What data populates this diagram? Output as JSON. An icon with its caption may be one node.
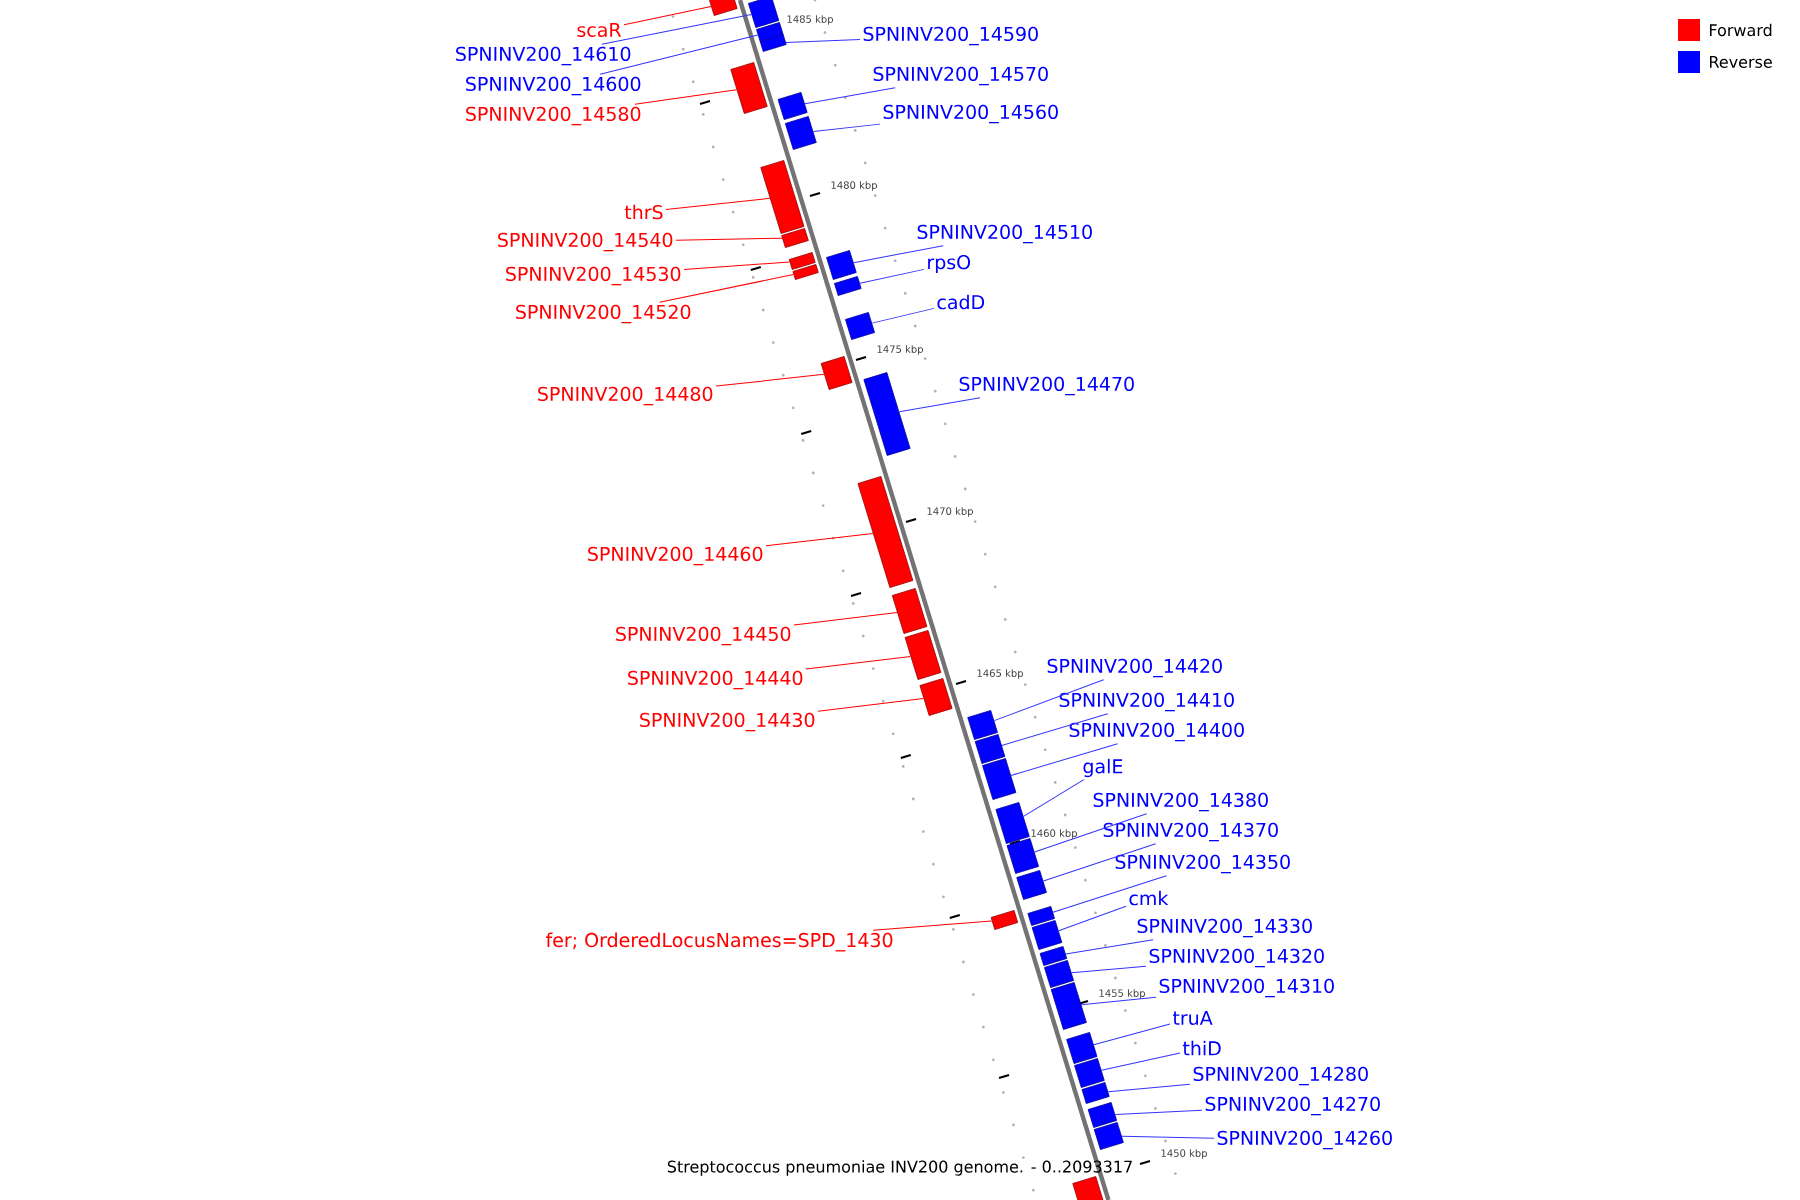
{
  "diagram": {
    "caption": "Streptococcus pneumoniae INV200 genome. - 0..2093317",
    "nodes": [
      {
        "text": [
          "scaR"
        ]
      },
      {
        "text": [],
        "shape": "bar"
      },
      {
        "text": [
          "SPNINV200_14610"
        ]
      },
      {
        "text": [],
        "shape": "bar"
      },
      {
        "text": [
          "SPNINV200_14600"
        ]
      },
      {
        "text": [],
        "shape": "bar"
      },
      {
        "text": [
          "SPNINV200_14590"
        ]
      },
      {
        "text": [],
        "shape": "bar"
      },
      {
        "text": [
          "SPNINV200_14580"
        ]
      },
      {
        "text": [],
        "shape": "bar"
      },
      {
        "text": [
          "SPNINV200_14570"
        ]
      },
      {
        "text": [],
        "shape": "bar"
      },
      {
        "text": [
          "SPNINV200_14560"
        ]
      },
      {
        "text": [],
        "shape": "bar"
      },
      {
        "text": [
          "thrS"
        ]
      },
      {
        "text": [],
        "shape": "bar"
      },
      {
        "text": [
          "SPNINV200_14540"
        ]
      },
      {
        "text": [],
        "shape": "bar"
      },
      {
        "text": [
          "SPNINV200_14510"
        ]
      },
      {
        "text": [],
        "shape": "bar"
      },
      {
        "text": [
          "SPNINV200_14530"
        ]
      },
      {
        "text": [],
        "shape": "bar"
      },
      {
        "text": [
          "SPNINV200_14520"
        ]
      },
      {
        "text": [],
        "shape": "bar"
      },
      {
        "text": [
          "rpsO"
        ]
      },
      {
        "text": [],
        "shape": "bar"
      },
      {
        "text": [
          "cadD"
        ]
      },
      {
        "text": [],
        "shape": "bar"
      },
      {
        "text": [
          "SPNINV200_14480"
        ]
      },
      {
        "text": [],
        "shape": "bar"
      },
      {
        "text": [
          "SPNINV200_14470"
        ]
      },
      {
        "text": [],
        "shape": "bar"
      },
      {
        "text": [
          "SPNINV200_14460"
        ]
      },
      {
        "text": [],
        "shape": "bar"
      },
      {
        "text": [
          "SPNINV200_14450"
        ]
      },
      {
        "text": [],
        "shape": "bar"
      },
      {
        "text": [
          "SPNINV200_14440"
        ]
      },
      {
        "text": [],
        "shape": "bar"
      },
      {
        "text": [
          "SPNINV200_14430"
        ]
      },
      {
        "text": [],
        "shape": "bar"
      },
      {
        "text": [
          "SPNINV200_14420"
        ]
      },
      {
        "text": [],
        "shape": "bar"
      },
      {
        "text": [
          "SPNINV200_14410"
        ]
      },
      {
        "text": [],
        "shape": "bar"
      },
      {
        "text": [
          "SPNINV200_14400"
        ]
      },
      {
        "text": [],
        "shape": "bar"
      },
      {
        "text": [
          "galE"
        ]
      },
      {
        "text": [],
        "shape": "bar"
      },
      {
        "text": [
          "SPNINV200_14380"
        ]
      },
      {
        "text": [],
        "shape": "bar"
      },
      {
        "text": [
          "SPNINV200_14370"
        ]
      },
      {
        "text": [],
        "shape": "bar"
      },
      {
        "text": [
          "SPNINV200_14350"
        ]
      },
      {
        "text": [],
        "shape": "bar"
      },
      {
        "text": [
          "fer; OrderedLocusNames=SPD_1430"
        ]
      },
      {
        "text": [],
        "shape": "bar"
      },
      {
        "text": [
          "cmk"
        ]
      },
      {
        "text": [],
        "shape": "bar"
      },
      {
        "text": [
          "SPNINV200_14330"
        ]
      },
      {
        "text": [],
        "shape": "bar"
      },
      {
        "text": [
          "SPNINV200_14320"
        ]
      },
      {
        "text": [],
        "shape": "bar"
      },
      {
        "text": [
          "SPNINV200_14310"
        ]
      },
      {
        "text": [],
        "shape": "bar"
      },
      {
        "text": [
          "truA"
        ]
      },
      {
        "text": [],
        "shape": "bar"
      },
      {
        "text": [
          "thiD"
        ]
      },
      {
        "text": [],
        "shape": "bar"
      },
      {
        "text": [
          "SPNINV200_14280"
        ]
      },
      {
        "text": [],
        "shape": "bar"
      },
      {
        "text": [
          "SPNINV200_14270"
        ]
      },
      {
        "text": [],
        "shape": "bar"
      },
      {
        "text": [
          "SPNINV200_14260"
        ]
      },
      {
        "text": [],
        "shape": "bar"
      },
      {
        "text": [],
        "shape": "bar"
      }
    ],
    "edges": [
      {
        "from": 0,
        "to": 1,
        "arrow": "none",
        "color": "#ff0000"
      },
      {
        "from": 2,
        "to": 3,
        "arrow": "none"
      },
      {
        "from": 4,
        "to": 5,
        "arrow": "none"
      },
      {
        "from": 6,
        "to": 7,
        "arrow": "none"
      },
      {
        "from": 8,
        "to": 9,
        "arrow": "none",
        "color": "#ff0000"
      },
      {
        "from": 10,
        "to": 11,
        "arrow": "none"
      },
      {
        "from": 12,
        "to": 13,
        "arrow": "none"
      },
      {
        "from": 14,
        "to": 15,
        "arrow": "none",
        "color": "#ff0000"
      },
      {
        "from": 16,
        "to": 17,
        "arrow": "none",
        "color": "#ff0000"
      },
      {
        "from": 18,
        "to": 19,
        "arrow": "none"
      },
      {
        "from": 20,
        "to": 21,
        "arrow": "none",
        "color": "#ff0000"
      },
      {
        "from": 22,
        "to": 23,
        "arrow": "none",
        "color": "#ff0000"
      },
      {
        "from": 24,
        "to": 25,
        "arrow": "none"
      },
      {
        "from": 26,
        "to": 27,
        "arrow": "none"
      },
      {
        "from": 28,
        "to": 29,
        "arrow": "none",
        "color": "#ff0000"
      },
      {
        "from": 30,
        "to": 31,
        "arrow": "none"
      },
      {
        "from": 32,
        "to": 33,
        "arrow": "none",
        "color": "#ff0000"
      },
      {
        "from": 34,
        "to": 35,
        "arrow": "none",
        "color": "#ff0000"
      },
      {
        "from": 36,
        "to": 37,
        "arrow": "none",
        "color": "#ff0000"
      },
      {
        "from": 38,
        "to": 39,
        "arrow": "none",
        "color": "#ff0000"
      },
      {
        "from": 40,
        "to": 41,
        "arrow": "none"
      },
      {
        "from": 42,
        "to": 43,
        "arrow": "none"
      },
      {
        "from": 44,
        "to": 45,
        "arrow": "none"
      },
      {
        "from": 46,
        "to": 47,
        "arrow": "none"
      },
      {
        "from": 48,
        "to": 49,
        "arrow": "none"
      },
      {
        "from": 50,
        "to": 51,
        "arrow": "none"
      },
      {
        "from": 52,
        "to": 53,
        "arrow": "none"
      },
      {
        "from": 54,
        "to": 55,
        "arrow": "none",
        "color": "#ff0000"
      },
      {
        "from": 56,
        "to": 57,
        "arrow": "none"
      },
      {
        "from": 58,
        "to": 59,
        "arrow": "none"
      },
      {
        "from": 60,
        "to": 61,
        "arrow": "none"
      },
      {
        "from": 62,
        "to": 63,
        "arrow": "none"
      },
      {
        "from": 64,
        "to": 65,
        "arrow": "none"
      },
      {
        "from": 66,
        "to": 67,
        "arrow": "none"
      },
      {
        "from": 68,
        "to": 69,
        "arrow": "none"
      },
      {
        "from": 70,
        "to": 71,
        "arrow": "none"
      },
      {
        "from": 72,
        "to": 73,
        "arrow": "none"
      }
    ],
    "labels": [
      "1485 kbp",
      "1480 kbp",
      "1475 kbp",
      "1470 kbp",
      "1465 kbp",
      "1460 kbp",
      "1455 kbp",
      "1450 kbp"
    ],
    "legend": [
      {
        "text": "Forward",
        "color": "#ff0000"
      },
      {
        "text": "Reverse",
        "color": "#0000ff"
      }
    ]
  }
}
